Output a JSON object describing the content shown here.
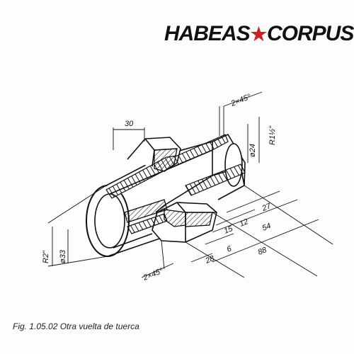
{
  "brand": {
    "part1": "HABEAS",
    "part2": "CORPUS",
    "star_color": "#d21f26"
  },
  "caption": "Fig. 1.05.02  Otra vuelta de tuerca",
  "dimensions": {
    "d30": "30",
    "chamfer_top": "2×45°",
    "d24": "ø24",
    "r_half": "R1½\"",
    "d27": "27",
    "d12": "12",
    "d15": "15",
    "d54": "54",
    "d6": "6",
    "d28": "28",
    "d88": "88",
    "chamfer_bottom": "2×45°",
    "r2": "R2\"",
    "d33": "ø33"
  }
}
